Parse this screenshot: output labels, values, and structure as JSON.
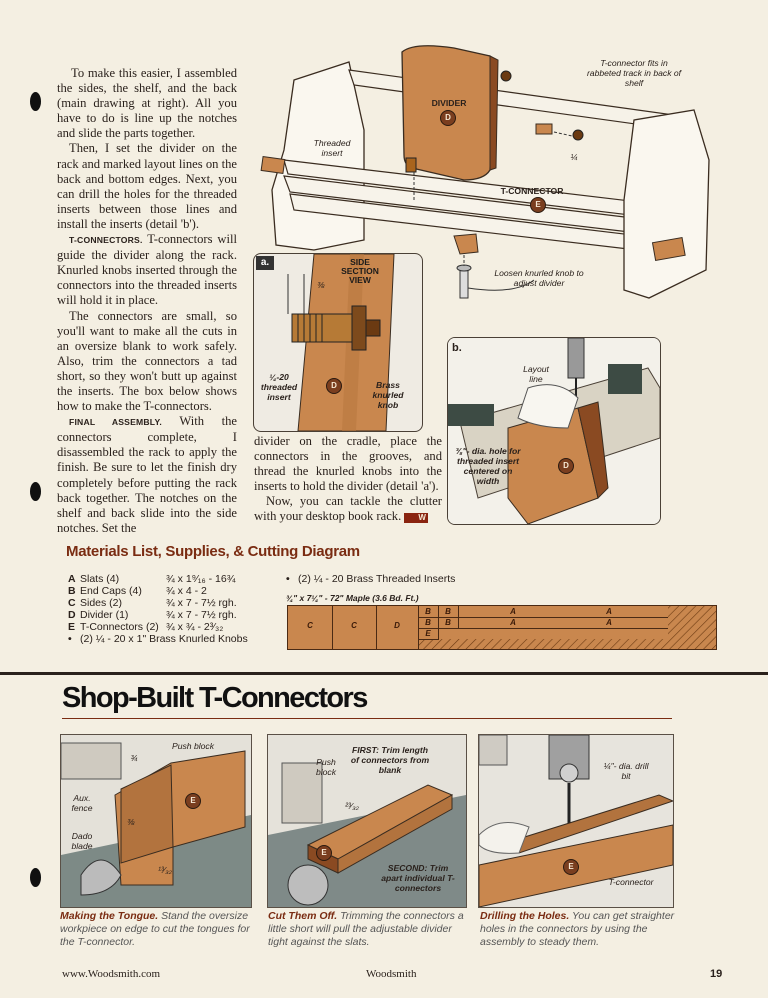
{
  "article": {
    "paragraphs": [
      "To make this easier, I assembled the sides, the shelf, and the back (main drawing at right). All you have to do is line up the notches and slide the parts together.",
      "Then, I set the divider on the rack and marked layout lines on the back and bottom edges. Next, you can drill the holes for the threaded inserts between those lines and install the inserts (detail 'b')."
    ],
    "t_connectors": {
      "heading": "T-CONNECTORS.",
      "text": "T-connectors will guide the divider along the rack. Knurled knobs inserted through the connectors into the threaded inserts will hold it in place."
    },
    "paragraph_small": "The connectors are small, so you'll want to make all the cuts in an oversize blank to work safely. Also, trim the connectors a tad short, so they won't butt up against the inserts. The box below shows how to make the T-connectors.",
    "final_assembly": {
      "heading": "FINAL ASSEMBLY.",
      "text": "With the connectors complete, I disassembled the rack to apply the finish. Be sure to let the finish dry completely before putting the rack back together. The notches on the shelf and back slide into the side notches. Set the"
    },
    "col2_paragraph": "divider on the cradle, place the connectors in the grooves, and thread the knurled knobs into the inserts to hold the divider (detail 'a').",
    "col2_final": "Now, you can tackle the clutter with your desktop book rack.",
    "end_mark": "W"
  },
  "main_drawing": {
    "divider_label": "DIVIDER",
    "divider_badge": "D",
    "threaded_insert": "Threaded insert",
    "t_connector_fits": "T-connector fits in rabbeted track in back of shelf",
    "t_connector_label": "T-CONNECTOR",
    "t_connector_badge": "E",
    "fraction": "¼",
    "loosen": "Loosen knurled knob to adjust divider"
  },
  "detail_a": {
    "tag": "a.",
    "title": "SIDE SECTION VIEW",
    "dim": "⅜",
    "insert": "¼-20 threaded insert",
    "badge": "D",
    "knob": "Brass knurled knob"
  },
  "detail_b": {
    "tag": "b.",
    "layout_line": "Layout line",
    "hole": "⅜\"- dia. hole for threaded insert centered on width",
    "badge": "D"
  },
  "materials": {
    "title": "Materials List, Supplies, & Cutting Diagram",
    "items": [
      {
        "letter": "A",
        "name": "Slats (4)",
        "size": "¾ x 1⁹⁄₁₆ - 16¾"
      },
      {
        "letter": "B",
        "name": "End Caps (4)",
        "size": "¾ x 4 - 2"
      },
      {
        "letter": "C",
        "name": "Sides (2)",
        "size": "¾ x 7 - 7½ rgh."
      },
      {
        "letter": "D",
        "name": "Divider (1)",
        "size": "¾ x 7 - 7½ rgh."
      },
      {
        "letter": "E",
        "name": "T-Connectors (2)",
        "size": "¾ x ¾ - 2³⁄₃₂"
      }
    ],
    "supplies": [
      "(2) ¼ - 20 x 1\" Brass Knurled Knobs",
      "(2) ¼ - 20 Brass Threaded Inserts"
    ],
    "bullet": "•",
    "board_label": "¾\" x 7¼\" - 72\" Maple (3.6 Bd. Ft.)",
    "board_parts": [
      "C",
      "C",
      "D",
      "B",
      "B",
      "B",
      "B",
      "E",
      "A",
      "A",
      "A",
      "A"
    ]
  },
  "shop_built": {
    "title": "Shop-Built T-Connectors",
    "fig1": {
      "labels": [
        "Push block",
        "¾",
        "Aux. fence",
        "⅜",
        "Dado blade",
        "¹³⁄₃₂"
      ],
      "badge": "E",
      "caption_bold": "Making the Tongue.",
      "caption": "Stand the oversize workpiece on edge to cut the tongues for the T-connector."
    },
    "fig2": {
      "labels": [
        "Push block",
        "FIRST: Trim length of connectors from blank",
        "²³⁄₃₂",
        "SECOND: Trim apart individual T-connectors"
      ],
      "badge": "E",
      "caption_bold": "Cut Them Off.",
      "caption": "Trimming the connectors a little short will pull the adjustable divider tight against the slats."
    },
    "fig3": {
      "labels": [
        "¼\"- dia. drill bit",
        "T-connector"
      ],
      "badge": "E",
      "caption_bold": "Drilling the Holes.",
      "caption": "You can get straighter holes in the connectors by using the assembly to steady them."
    }
  },
  "footer": {
    "url": "www.Woodsmith.com",
    "magazine": "Woodsmith",
    "page": "19"
  },
  "colors": {
    "wood": "#c9874e",
    "wood_dark": "#8a4a22",
    "title_red": "#7a2c12",
    "paper": "#f4efe2"
  }
}
